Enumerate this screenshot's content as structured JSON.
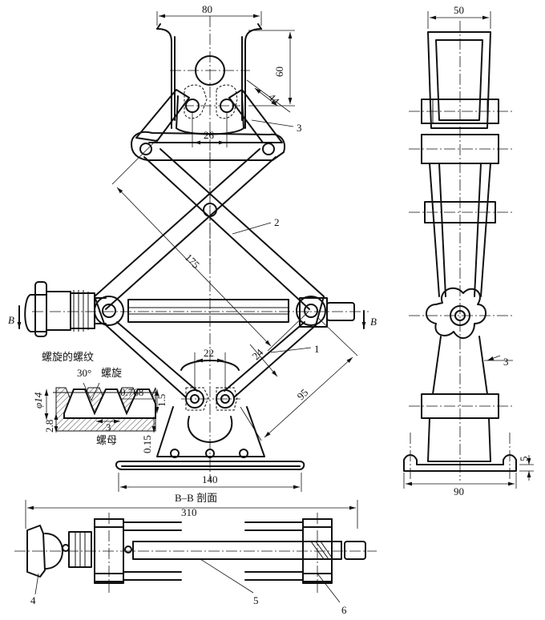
{
  "dimensions": {
    "top_width": "80",
    "top_height": "60",
    "pin_spacing": "44",
    "gear_spacing_top": "26",
    "arm_length": "175",
    "gear_spacing_bottom": "22",
    "arm_offset": "24",
    "lower_length": "95",
    "base_width": "140",
    "overall_length": "310",
    "side_top_width": "50",
    "side_base_width": "90",
    "side_gap": "3",
    "side_base_height": "5"
  },
  "thread_detail": {
    "title": "螺旋的螺纹",
    "angle": "30°",
    "screw_label": "螺旋",
    "nut_label": "螺母",
    "diameter": "φ14",
    "pitch": "0.768",
    "depth": "1.5",
    "height": "2.8",
    "width": "3",
    "clearance": "0.15"
  },
  "section": {
    "marker": "B",
    "caption": "B–B 剖面"
  },
  "part_numbers": [
    "1",
    "2",
    "3",
    "4",
    "5",
    "6"
  ]
}
